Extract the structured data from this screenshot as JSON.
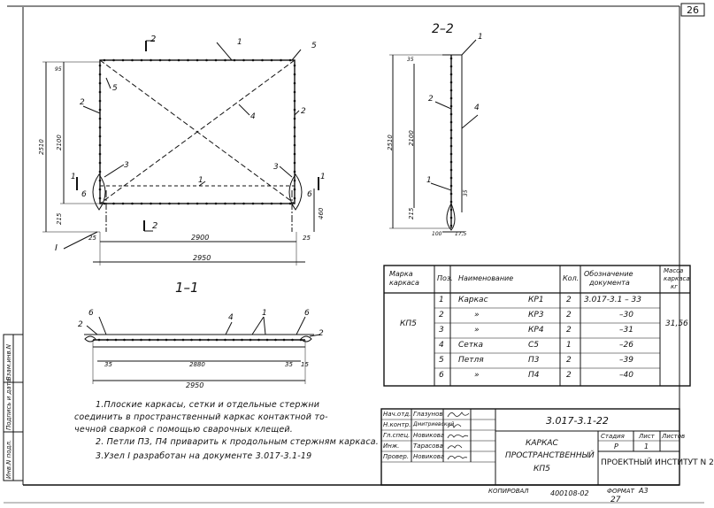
{
  "sheet": {
    "number": "26",
    "doc_code": "3.017-3.1-22",
    "title_lines": [
      "КАРКАС",
      "ПРОСТРАНСТВЕННЫЙ",
      "КП5"
    ],
    "stage_headers": [
      "Стадия",
      "Лист",
      "Листов"
    ],
    "stage_values": [
      "Р",
      "1",
      ""
    ],
    "organization": "ПРОЕКТНЫЙ ИНСТИТУТ N 2",
    "copied": "КОПИРОВАЛ",
    "copy_number": "400108-02",
    "format_label": "ФОРМАТ",
    "format_value": "А3",
    "format_number": "27"
  },
  "signatures": [
    {
      "role": "Нач.отд.",
      "name": "Глазунов"
    },
    {
      "role": "Н.контр.",
      "name": "Дмитриевский"
    },
    {
      "role": "Гл.спец.",
      "name": "Новикова"
    },
    {
      "role": "Инж.",
      "name": "Тарасова"
    },
    {
      "role": "Провер.",
      "name": "Новикова"
    }
  ],
  "side_stamp": [
    "Инв.N подл.",
    "Подпись и дата",
    "Взам.инв.N"
  ],
  "views": {
    "section_2_2": "2–2",
    "section_1_1": "1–1",
    "cut_mark": "2",
    "cut_mark_1": "1"
  },
  "dimensions": {
    "overall_height": "2510",
    "inner_height": "2100",
    "bottom_left": "215",
    "bottom_right": "460",
    "top_left": "95",
    "width_inner": "2900",
    "width_total": "2950",
    "end_left": "25",
    "end_right": "25",
    "side_height": "2510",
    "side_inner": "2100",
    "side_bottom": "215",
    "side_top": "35",
    "side_35": "35",
    "side_100": "100",
    "side_17": "17,5",
    "plan_inner": "2880",
    "plan_total": "2950",
    "plan_left": "35",
    "plan_right": "35",
    "plan_end": "15",
    "node_label": "I"
  },
  "callouts": {
    "c1": "1",
    "c2": "2",
    "c3": "3",
    "c4": "4",
    "c5": "5",
    "c6": "6"
  },
  "spec_table": {
    "headers": [
      "Марка каркаса",
      "Поз.",
      "Наименование",
      "",
      "Кол.",
      "Обозначение документа",
      "Масса каркаса кг"
    ],
    "mark": "КП5",
    "mass": "31,56",
    "rows": [
      {
        "pos": "1",
        "name": "Каркас",
        "type": "КР1",
        "qty": "2",
        "doc": "3.017-3.1 – 33"
      },
      {
        "pos": "2",
        "name": "»",
        "type": "КР3",
        "qty": "2",
        "doc": "–30"
      },
      {
        "pos": "3",
        "name": "»",
        "type": "КР4",
        "qty": "2",
        "doc": "–31"
      },
      {
        "pos": "4",
        "name": "Сетка",
        "type": "С5",
        "qty": "1",
        "doc": "–26"
      },
      {
        "pos": "5",
        "name": "Петля",
        "type": "П3",
        "qty": "2",
        "doc": "–39"
      },
      {
        "pos": "6",
        "name": "»",
        "type": "П4",
        "qty": "2",
        "doc": "–40"
      }
    ]
  },
  "notes": [
    "1.Плоские каркасы, сетки и отдельные стержни",
    "соединить в пространственный каркас контактной то-",
    "чечной сваркой с помощью сварочных клещей.",
    "2. Петли П3, П4 приварить к продольным стержням каркаса.",
    "3.Узел I разработан на документе 3.017-3.1-19"
  ]
}
